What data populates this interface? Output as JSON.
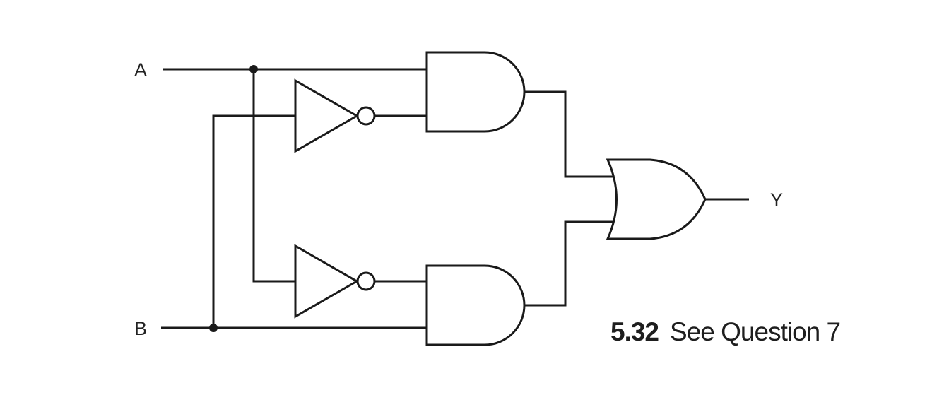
{
  "inputs": {
    "a_label": "A",
    "b_label": "B"
  },
  "output": {
    "y_label": "Y"
  },
  "caption": {
    "number": "5.32",
    "text": "See Question 7"
  },
  "gates": [
    "NOT",
    "NOT",
    "AND",
    "AND",
    "OR"
  ],
  "colors": {
    "line": "#1a1a1a",
    "background": "#ffffff"
  }
}
